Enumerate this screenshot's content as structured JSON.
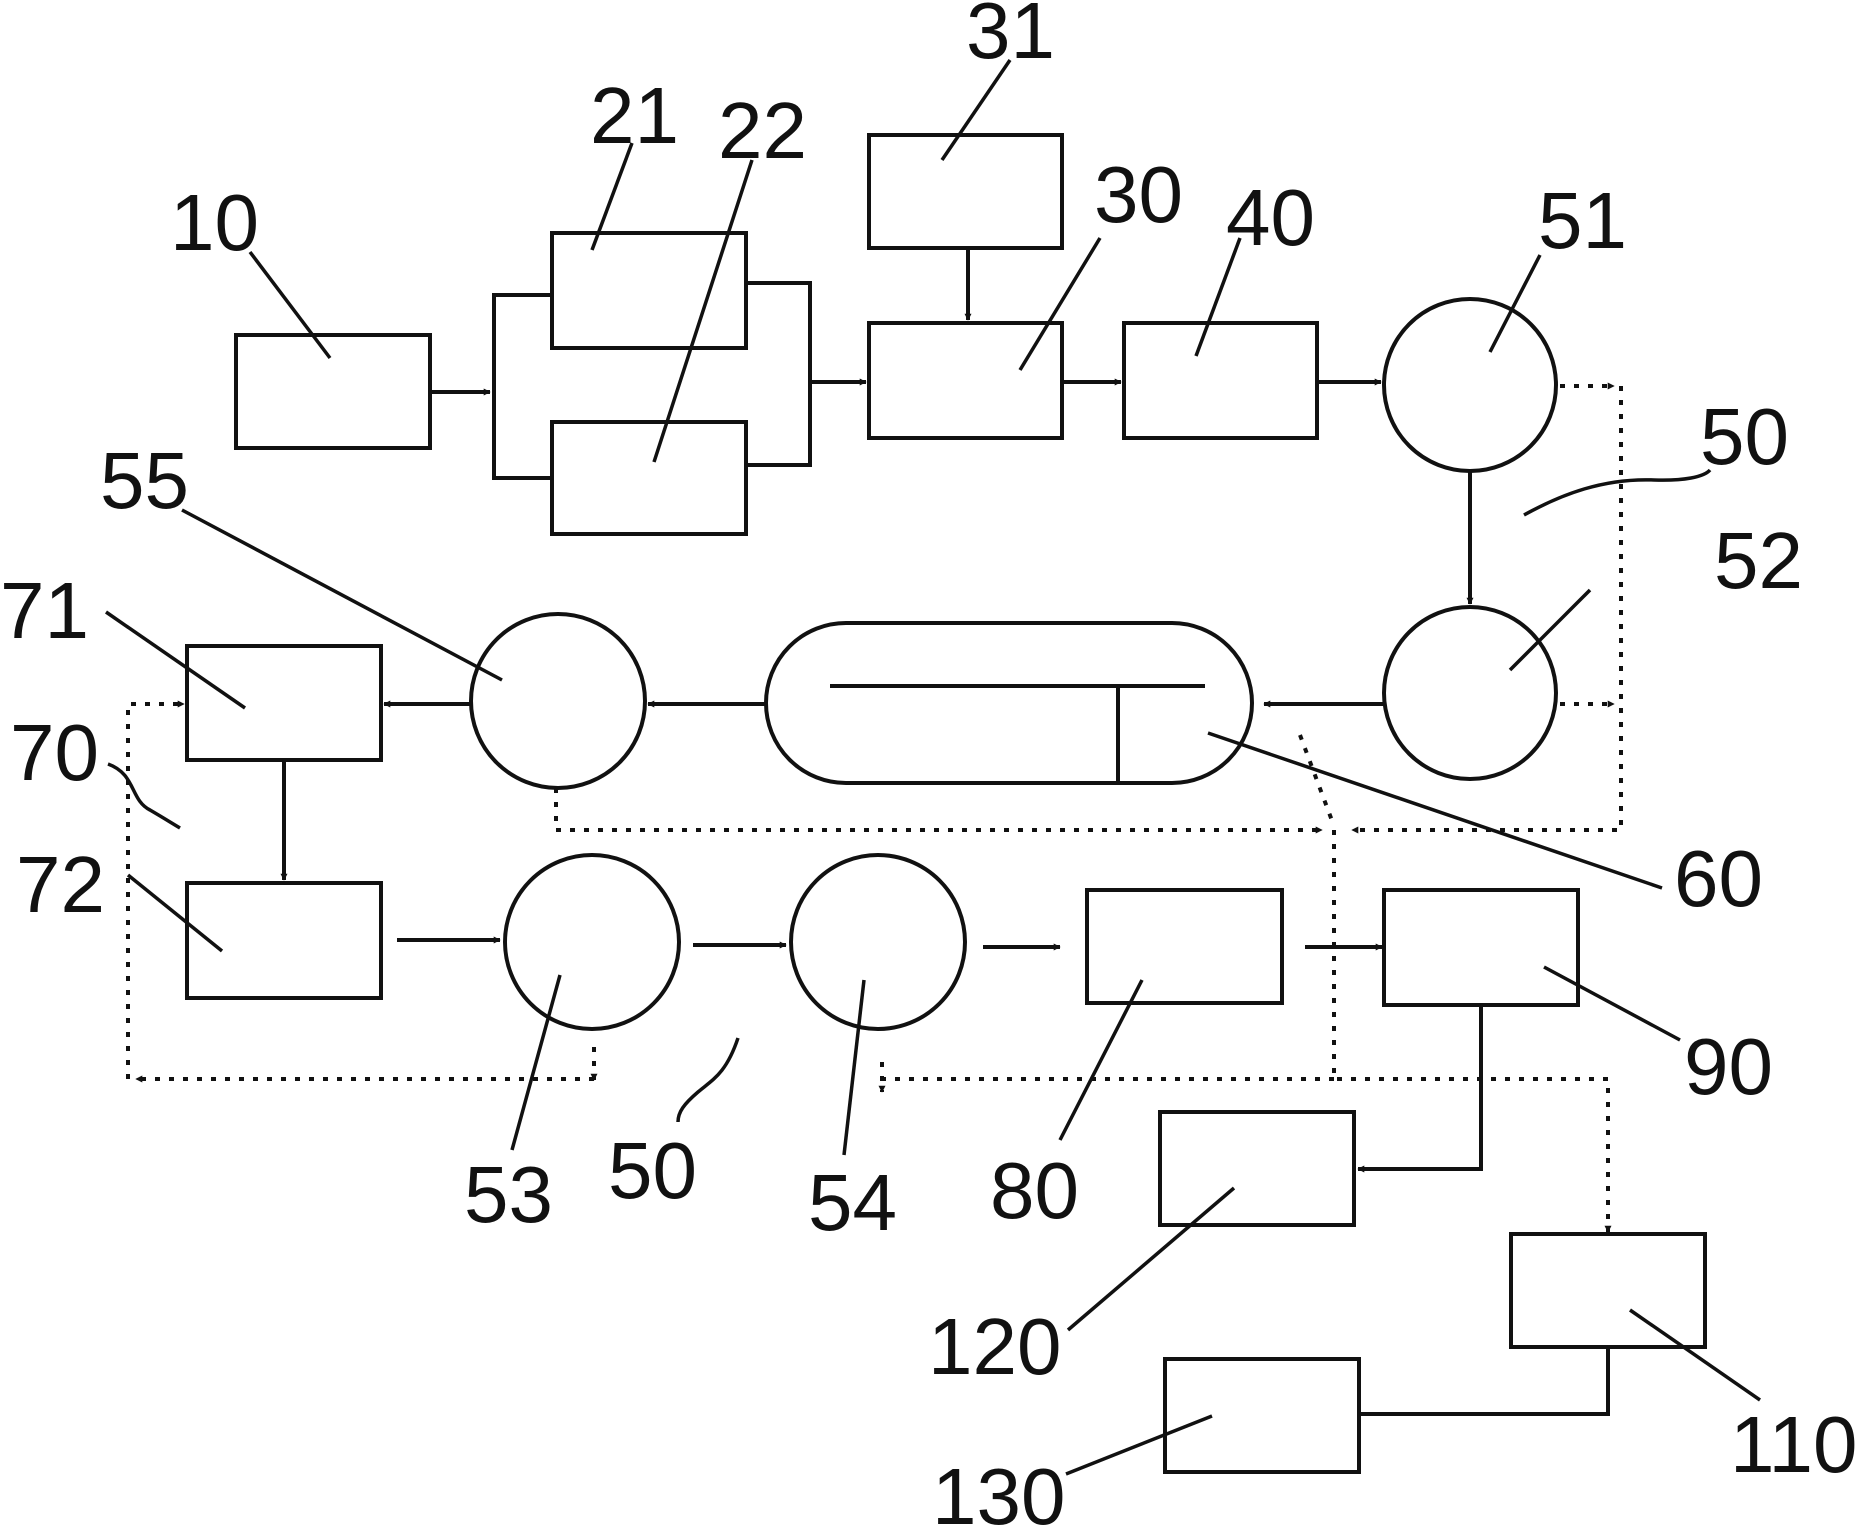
{
  "labels": {
    "l10": "10",
    "l21": "21",
    "l22": "22",
    "l30": "30",
    "l31": "31",
    "l40": "40",
    "l50_top": "50",
    "l50_bottom": "50",
    "l51": "51",
    "l52": "52",
    "l53": "53",
    "l54": "54",
    "l55": "55",
    "l60": "60",
    "l70": "70",
    "l71": "71",
    "l72": "72",
    "l80": "80",
    "l90": "90",
    "l110": "110",
    "l120": "120",
    "l130": "130"
  }
}
